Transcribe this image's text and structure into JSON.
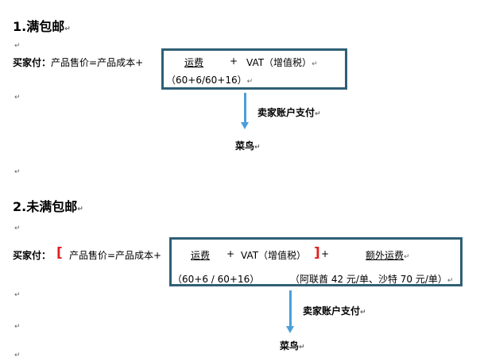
{
  "colors": {
    "box_border": "#2f5f75",
    "arrow": "#4a9fd8",
    "bracket_red": "#e02020",
    "paragraph_mark": "#666666"
  },
  "para_mark": "↵",
  "section1": {
    "heading": "1.满包邮",
    "buyer_label": "买家付：",
    "formula": "产品售价=产品成本+",
    "shipping": "运费",
    "plus": "+",
    "vat": "VAT（增值税）",
    "shipping_calc": "（60+6/60+16）",
    "seller_pays": "卖家账户支付",
    "cainiao": "菜鸟"
  },
  "section2": {
    "heading": "2.未满包邮",
    "buyer_label": "买家付：",
    "bracket_open": "[",
    "formula": "产品售价=产品成本+",
    "shipping": "运费",
    "plus": "+",
    "vat": "VAT（增值税）",
    "bracket_close": "]",
    "plus_after": "+",
    "extra_shipping": "额外运费",
    "shipping_calc": "（60+6 / 60+16）",
    "extra_note": "（阿联酋 42 元/单、沙特 70 元/单）",
    "seller_pays": "卖家账户支付",
    "cainiao": "菜鸟"
  }
}
